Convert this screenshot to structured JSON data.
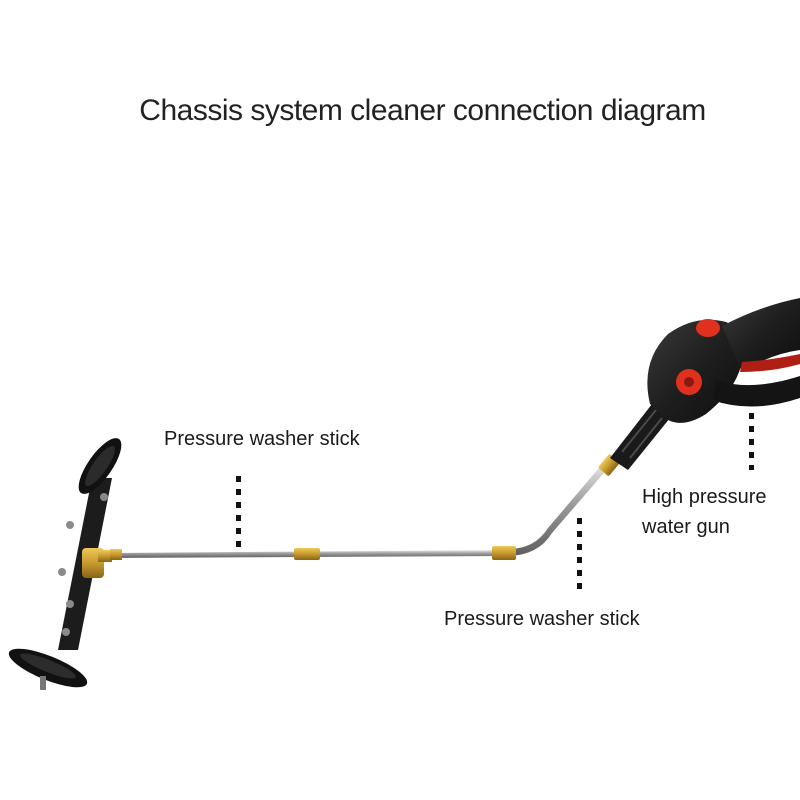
{
  "title": "Chassis system cleaner connection diagram",
  "labels": {
    "stick_upper": "Pressure washer stick",
    "stick_lower": "Pressure washer stick",
    "gun_line1": "High pressure",
    "gun_line2": "water gun"
  },
  "colors": {
    "wand": "#b9b9b9",
    "cleaner_body": "#1c1c1c",
    "brass": "#c89a2e",
    "gun_body": "#222222",
    "gun_accent": "#e0301e"
  }
}
